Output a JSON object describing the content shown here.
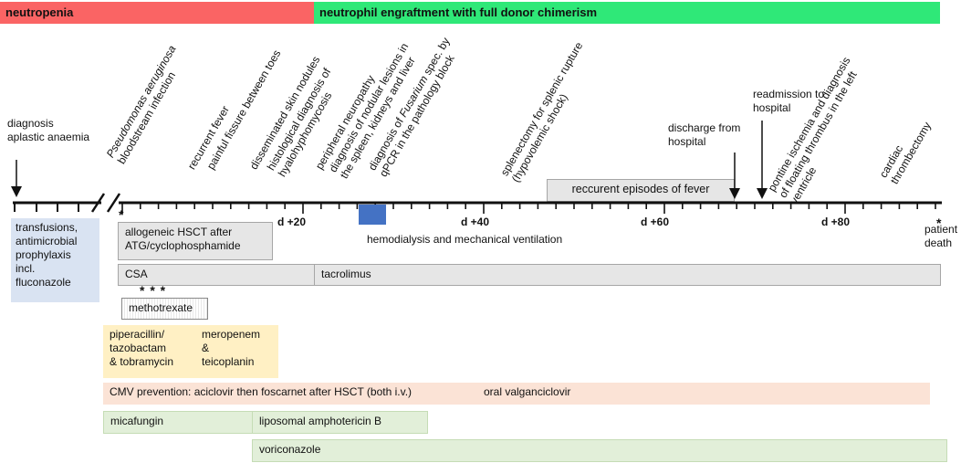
{
  "bands": {
    "neutropenia": "neutropenia",
    "engraftment": "neutrophil engraftment with full donor chimerism"
  },
  "events": {
    "diagnosis": [
      "diagnosis",
      "aplastic anaemia"
    ],
    "pseudomonas": [
      "Pseudomonas aeruginosa",
      "bloodstream infection"
    ],
    "fever": "recurrent fever",
    "fissure": "painful fissure between toes",
    "skin_nodules": "disseminated skin nodules",
    "histological": [
      "histological diagnosis of",
      "hyalohyphomycosis"
    ],
    "neuropathy": "peripheral neuropathy",
    "nodular": [
      "diagnosis of nodular lesions in",
      "the spleen, kidneys and liver"
    ],
    "fusarium": [
      "diagnosis of Fusarium spec. by",
      "qPCR in the pathology block"
    ],
    "splenectomy": [
      "splenectomy for splenic rupture",
      "(hypovolemic shock)"
    ],
    "discharge": [
      "discharge from",
      "hospital"
    ],
    "readmission": [
      "readmission to",
      "hospital"
    ],
    "pontine": [
      "pontine ischemia and diagnosis",
      "of floating thrombus in the left",
      "ventricle"
    ],
    "cardiac": [
      "cardiac",
      "thrombectomy"
    ],
    "patient_death": [
      "patient",
      "death"
    ]
  },
  "axis": {
    "d20": "d +20",
    "d40": "d +40",
    "d60": "d +60",
    "d80": "d +80",
    "star": "*",
    "triple_star": "* * *"
  },
  "boxes": {
    "transfusions": [
      "transfusions,",
      "antimicrobial",
      "prophylaxis",
      "incl.",
      "fluconazole"
    ],
    "hsct": [
      "allogeneic HSCT after",
      "ATG/cyclophosphamide"
    ],
    "hemodialysis": "hemodialysis and mechanical ventilation",
    "fever_episodes": "reccurent  episodes of fever",
    "csa": "CSA",
    "tacrolimus": "tacrolimus",
    "methotrexate": "methotrexate",
    "pip": [
      "piperacillin/",
      "tazobactam",
      "& tobramycin"
    ],
    "mero": [
      "meropenem",
      "&",
      "teicoplanin"
    ],
    "cmv": "CMV prevention: aciclovir then foscarnet after HSCT (both i.v.)",
    "valgan": "oral valganciclovir",
    "micafungin": "micafungin",
    "ampho": "liposomal amphotericin B",
    "vori": "voriconazole"
  },
  "colors": {
    "neutropenia": "#fa6464",
    "engraftment": "#2fe878",
    "hemodialysis_marker": "#4472c4"
  }
}
